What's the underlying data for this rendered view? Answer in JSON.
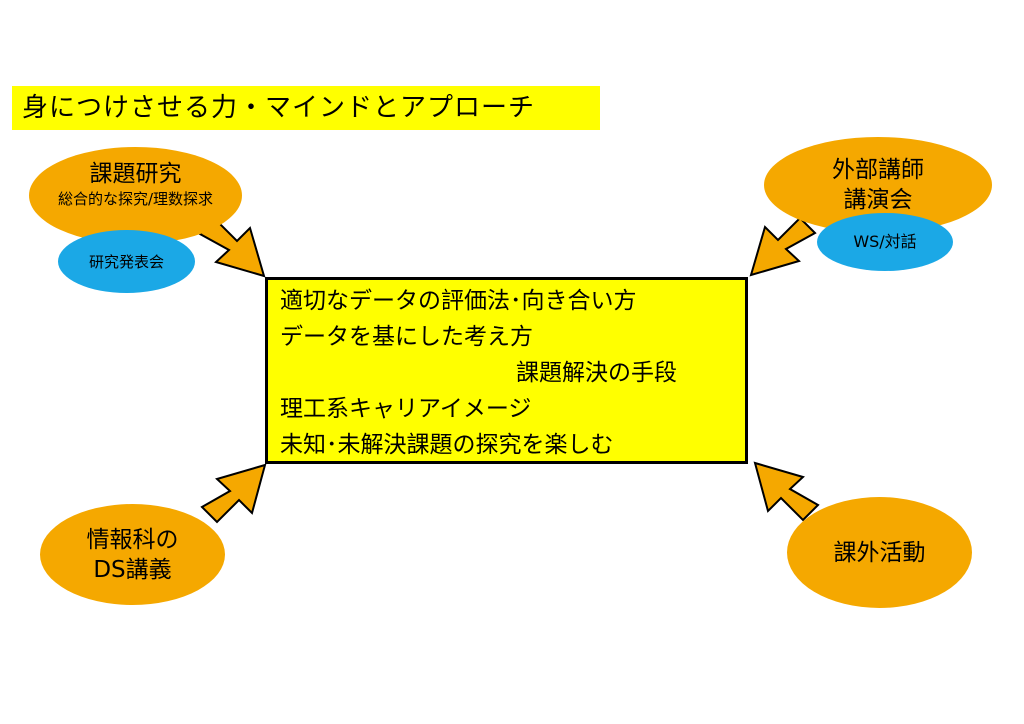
{
  "title": "身につけさせる力・マインドとアプローチ",
  "center_lines": [
    "適切なデータの評価法･向き合い方",
    "データを基にした考え方",
    "課題解決の手段",
    "理工系キャリアイメージ",
    "未知･未解決課題の探究を楽しむ"
  ],
  "nodes": {
    "research": {
      "title": "課題研究",
      "subtitle": "総合的な探究/理数探求"
    },
    "presentation": {
      "label": "研究発表会"
    },
    "lecture": {
      "line1": "外部講師",
      "line2": "講演会"
    },
    "ws": {
      "label": "WS/対話"
    },
    "info": {
      "line1": "情報科の",
      "line2": "DS講義"
    },
    "extra": {
      "label": "課外活動"
    }
  },
  "colors": {
    "yellow": "#ffff00",
    "orange": "#f5a800",
    "blue": "#1ba8e6",
    "black": "#000000"
  }
}
